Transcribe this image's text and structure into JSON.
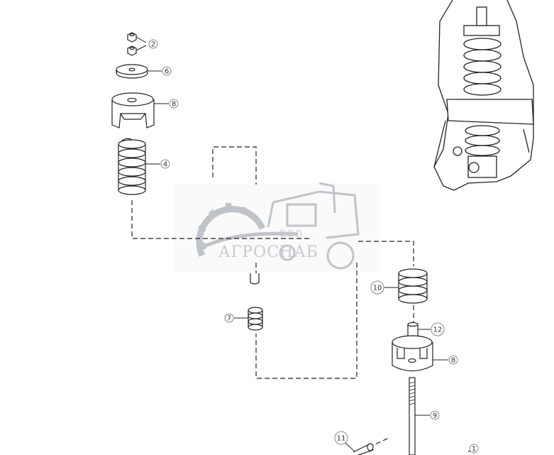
{
  "watermark": {
    "line1": "ООО",
    "line2": "АГРОСНАБ"
  },
  "callouts": [
    {
      "id": "c2",
      "label": "2"
    },
    {
      "id": "c6",
      "label": "6"
    },
    {
      "id": "c8a",
      "label": "8"
    },
    {
      "id": "c4",
      "label": "4"
    },
    {
      "id": "c7",
      "label": "7"
    },
    {
      "id": "c10",
      "label": "10"
    },
    {
      "id": "c12",
      "label": "12"
    },
    {
      "id": "c8b",
      "label": "8"
    },
    {
      "id": "c9",
      "label": "9"
    },
    {
      "id": "c11",
      "label": "11"
    },
    {
      "id": "c1",
      "label": "1"
    }
  ]
}
